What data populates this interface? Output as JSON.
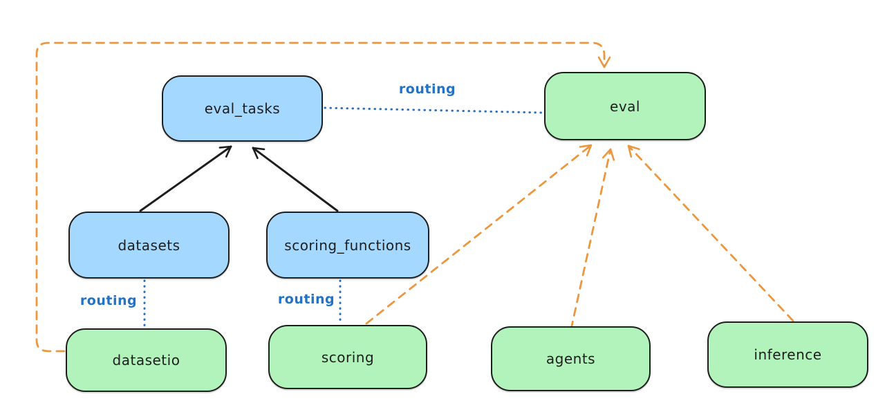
{
  "diagram": {
    "title": "",
    "nodes": [
      {
        "id": "eval_tasks",
        "label": "eval_tasks",
        "fill": "blue"
      },
      {
        "id": "eval",
        "label": "eval",
        "fill": "green"
      },
      {
        "id": "datasets",
        "label": "datasets",
        "fill": "blue"
      },
      {
        "id": "scoring_functions",
        "label": "scoring_functions",
        "fill": "blue"
      },
      {
        "id": "datasetio",
        "label": "datasetio",
        "fill": "green"
      },
      {
        "id": "scoring",
        "label": "scoring",
        "fill": "green"
      },
      {
        "id": "agents",
        "label": "agents",
        "fill": "green"
      },
      {
        "id": "inference",
        "label": "inference",
        "fill": "green"
      }
    ],
    "edges": [
      {
        "from": "datasets",
        "to": "eval_tasks",
        "style": "solid",
        "color": "black",
        "arrow": true,
        "label": ""
      },
      {
        "from": "scoring_functions",
        "to": "eval_tasks",
        "style": "solid",
        "color": "black",
        "arrow": true,
        "label": ""
      },
      {
        "from": "eval_tasks",
        "to": "eval",
        "style": "dotted",
        "color": "blue",
        "arrow": false,
        "label": "routing"
      },
      {
        "from": "datasets",
        "to": "datasetio",
        "style": "dotted",
        "color": "blue",
        "arrow": false,
        "label": "routing"
      },
      {
        "from": "scoring_functions",
        "to": "scoring",
        "style": "dotted",
        "color": "blue",
        "arrow": false,
        "label": "routing"
      },
      {
        "from": "datasetio",
        "to": "eval",
        "style": "dashed",
        "color": "orange",
        "arrow": true,
        "label": "",
        "route": "around-left-and-top"
      },
      {
        "from": "scoring",
        "to": "eval",
        "style": "dashed",
        "color": "orange",
        "arrow": true,
        "label": ""
      },
      {
        "from": "agents",
        "to": "eval",
        "style": "dashed",
        "color": "orange",
        "arrow": true,
        "label": ""
      },
      {
        "from": "inference",
        "to": "eval",
        "style": "dashed",
        "color": "orange",
        "arrow": true,
        "label": ""
      }
    ],
    "routing_labels": [
      {
        "text": "routing"
      },
      {
        "text": "routing"
      },
      {
        "text": "routing"
      }
    ]
  },
  "colors": {
    "blue_fill": "#a5d8ff",
    "green_fill": "#b2f2bb",
    "stroke": "#1e1e1e",
    "orange": "#ec963e",
    "routing_blue": "#2272c8"
  }
}
